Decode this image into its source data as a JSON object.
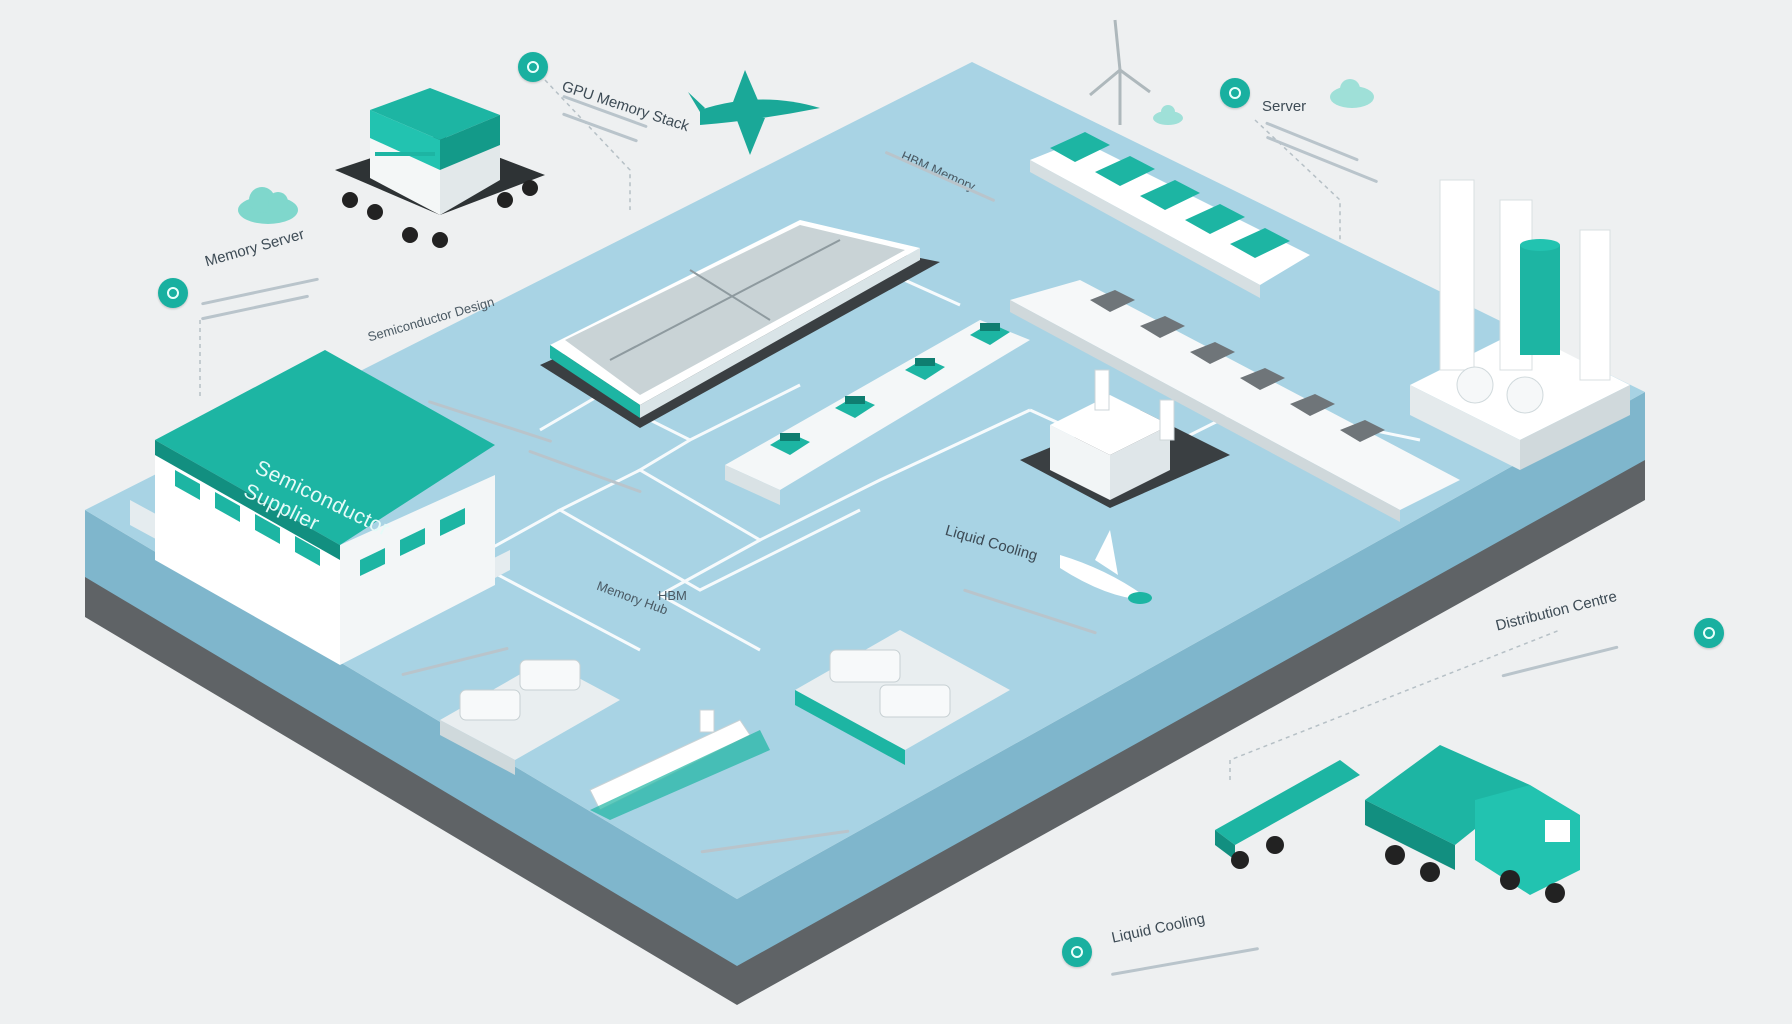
{
  "colors": {
    "teal": "#1db5a3",
    "teal_dark": "#128f80",
    "platform_top": "#a8d3e4",
    "platform_side": "#7fb6cc",
    "platform_base": "#5f6366",
    "background": "#eef0f1"
  },
  "icons": [
    "cloud-icon",
    "airplane-icon",
    "wind-turbine-icon",
    "ship-icon",
    "truck-icon",
    "factory-icon",
    "chip-icon",
    "badge-icon"
  ],
  "labels": {
    "gpu_memory_stack": "GPU Memory Stack",
    "memory_server": "Memory Server",
    "semiconductor_design": "Semiconductor Design",
    "server": "Server",
    "hbm_memory": "HBM Memory",
    "semiconductor_supplier": "Semiconductor Supplier",
    "liquid_cooling_mid": "Liquid Cooling",
    "liquid_cooling_bottom": "Liquid Cooling",
    "distribution_centre": "Distribution Centre",
    "hbm_small": "HBM",
    "memory_hub": "Memory Hub"
  }
}
